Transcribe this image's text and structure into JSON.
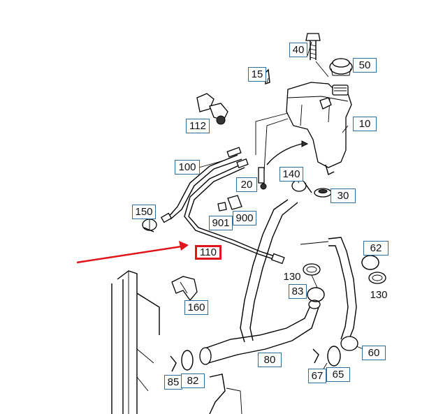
{
  "callouts": {
    "c10": "10",
    "c15": "15",
    "c20": "20",
    "c30": "30",
    "c40": "40",
    "c50": "50",
    "c60": "60",
    "c62": "62",
    "c65": "65",
    "c67": "67",
    "c80": "80",
    "c82": "82",
    "c83": "83",
    "c85": "85",
    "c100": "100",
    "c110": "110",
    "c112": "112",
    "c130a": "130",
    "c130b": "130",
    "c140": "140",
    "c150": "150",
    "c160": "160",
    "c900": "900",
    "c901": "901"
  },
  "highlight": {
    "callout": "110",
    "color": "#e0141b"
  },
  "colors": {
    "label_border": "#2f6f9f",
    "line": "#000000"
  }
}
